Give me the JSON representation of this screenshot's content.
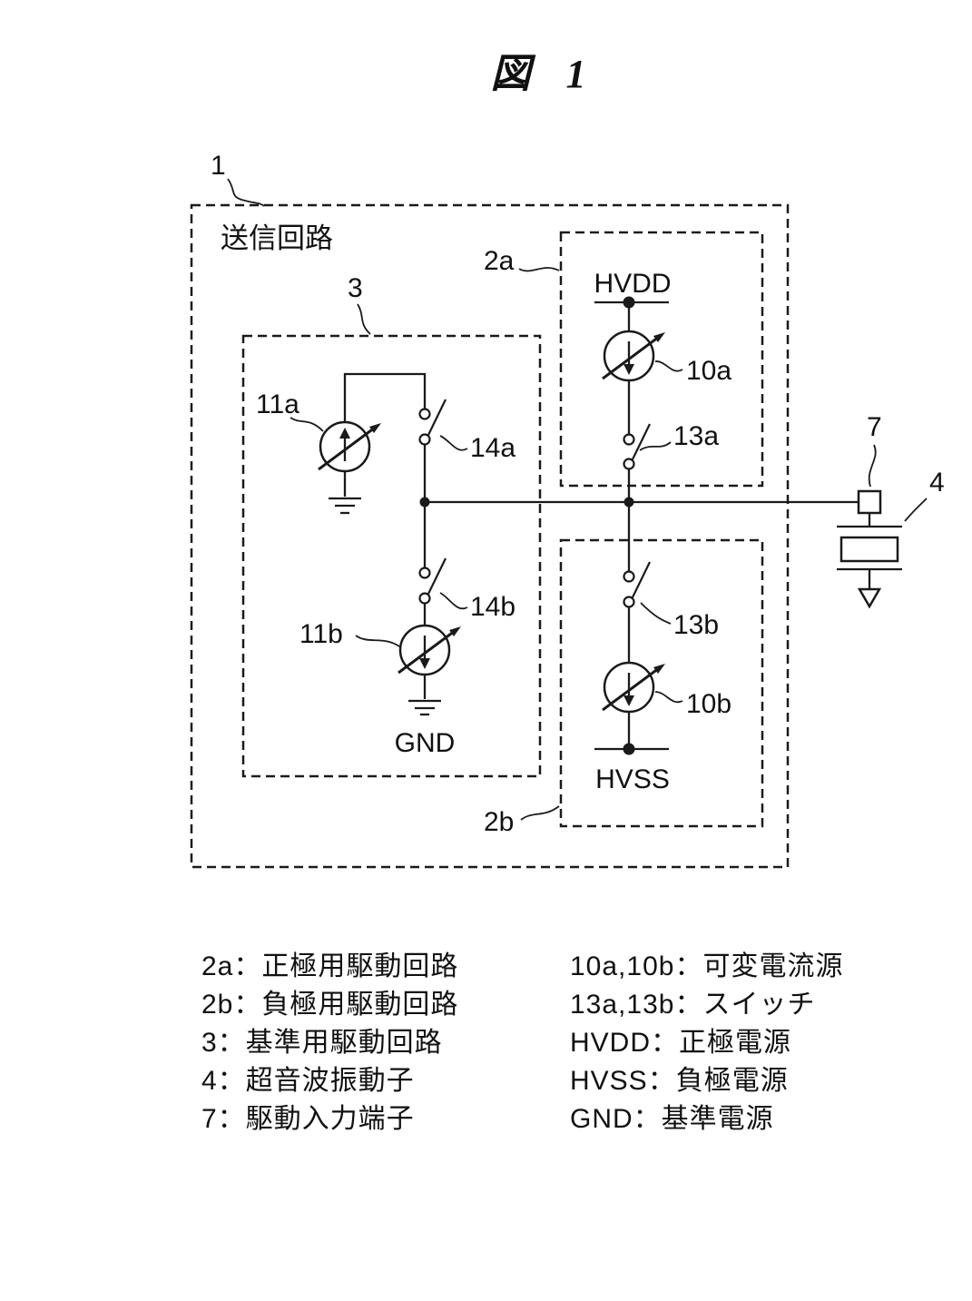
{
  "figure_title": "図 1",
  "diagram": {
    "outer_box_label": "送信回路",
    "refs": {
      "r1": "1",
      "r2a": "2a",
      "r2b": "2b",
      "r3": "3",
      "r4": "4",
      "r7": "7",
      "r10a": "10a",
      "r10b": "10b",
      "r11a": "11a",
      "r11b": "11b",
      "r13a": "13a",
      "r13b": "13b",
      "r14a": "14a",
      "r14b": "14b"
    },
    "rails": {
      "hvdd": "HVDD",
      "hvss": "HVSS",
      "gnd": "GND"
    }
  },
  "legend": {
    "left": [
      "2a：正極用駆動回路",
      "2b：負極用駆動回路",
      "3：基準用駆動回路",
      "4：超音波振動子",
      "7：駆動入力端子"
    ],
    "right": [
      "10a,10b：可変電流源",
      "13a,13b：スイッチ",
      "HVDD：正極電源",
      "HVSS：負極電源",
      "GND：基準電源"
    ]
  },
  "colors": {
    "line": "#1a1a1a",
    "background": "#ffffff"
  }
}
